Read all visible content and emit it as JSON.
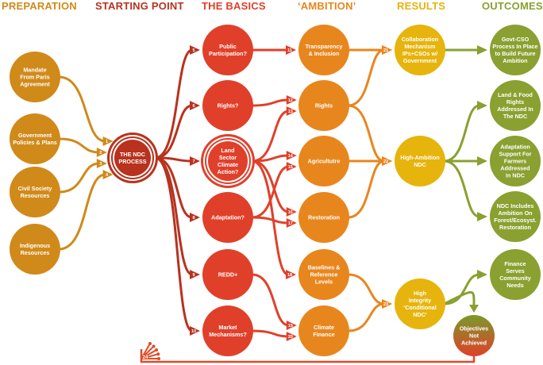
{
  "headers": [
    {
      "key": "prep",
      "label": "PREPARATION",
      "color": "#d08a1a"
    },
    {
      "key": "start",
      "label": "STARTING POINT",
      "color": "#b8321e"
    },
    {
      "key": "basics",
      "label": "THE BASICS",
      "color": "#e0402a"
    },
    {
      "key": "ambition",
      "label": "‘AMBITION’",
      "color": "#e8861e"
    },
    {
      "key": "results",
      "label": "RESULTS",
      "color": "#e6b40c"
    },
    {
      "key": "outcomes",
      "label": "OUTCOMES",
      "color": "#8aa030"
    }
  ],
  "colors": {
    "prep": "#d08a1a",
    "start": "#b8321e",
    "basics": "#e0402a",
    "ambition": "#e8861e",
    "results": "#e6b40c",
    "outcomes": "#8aa030",
    "fail": "#c0501c"
  },
  "nodes": [
    {
      "id": "mandate",
      "col": "prep",
      "lines": [
        "Mandate",
        "From Paris",
        "Agreement"
      ]
    },
    {
      "id": "govpol",
      "col": "prep",
      "lines": [
        "Government",
        "Policies & Plans"
      ]
    },
    {
      "id": "civil",
      "col": "prep",
      "lines": [
        "Civil Society",
        "Resources"
      ]
    },
    {
      "id": "indig",
      "col": "prep",
      "lines": [
        "Indigenous",
        "Resources"
      ]
    },
    {
      "id": "ndc",
      "col": "start",
      "lines": [
        "THE NDC",
        "PROCESS"
      ],
      "ring": true
    },
    {
      "id": "public",
      "col": "basics",
      "lines": [
        "Public",
        "Participation?"
      ]
    },
    {
      "id": "rightsq",
      "col": "basics",
      "lines": [
        "Rights?"
      ]
    },
    {
      "id": "land",
      "col": "basics",
      "lines": [
        "Land",
        "Sector",
        "Climate",
        "Action?"
      ],
      "ring": true
    },
    {
      "id": "adapt",
      "col": "basics",
      "lines": [
        "Adaptation?"
      ]
    },
    {
      "id": "redd",
      "col": "basics",
      "lines": [
        "REDD+"
      ]
    },
    {
      "id": "market",
      "col": "basics",
      "lines": [
        "Market",
        "Mechanisms?"
      ]
    },
    {
      "id": "transp",
      "col": "ambition",
      "lines": [
        "Transparency",
        "& Inclusion"
      ]
    },
    {
      "id": "rights",
      "col": "ambition",
      "lines": [
        "Rights"
      ]
    },
    {
      "id": "agri",
      "col": "ambition",
      "lines": [
        "Agricultutre"
      ]
    },
    {
      "id": "resto",
      "col": "ambition",
      "lines": [
        "Restoration"
      ]
    },
    {
      "id": "base",
      "col": "ambition",
      "lines": [
        "Baselines &",
        "Reference",
        "Levels"
      ]
    },
    {
      "id": "cfin",
      "col": "ambition",
      "lines": [
        "Climate",
        "Finance"
      ]
    },
    {
      "id": "collab",
      "col": "results",
      "lines": [
        "Collaboration",
        "Mechanism",
        "IPs+CSOs w/",
        "Government"
      ]
    },
    {
      "id": "highamb",
      "col": "results",
      "lines": [
        "High-Ambition",
        "NDC"
      ]
    },
    {
      "id": "highint",
      "col": "results",
      "lines": [
        "High",
        "Integrity",
        "‘Conditional",
        "NDC’"
      ]
    },
    {
      "id": "govcso",
      "col": "outcomes",
      "lines": [
        "Govt-CSO",
        "Process In Place",
        "to Build Future",
        "Ambition"
      ]
    },
    {
      "id": "landfood",
      "col": "outcomes",
      "lines": [
        "Land & Food",
        "Rights",
        "Addressed In",
        "The NDC"
      ]
    },
    {
      "id": "adsup",
      "col": "outcomes",
      "lines": [
        "Adaptation",
        "Support For",
        "Farmers",
        "Addressed",
        "In NDC"
      ]
    },
    {
      "id": "ndcinc",
      "col": "outcomes",
      "lines": [
        "NDC Includes",
        "Ambition On",
        "Forest/Ecosyst.",
        "Restoration"
      ]
    },
    {
      "id": "finserve",
      "col": "outcomes",
      "lines": [
        "Finance",
        "Serves",
        "Community",
        "Needs"
      ]
    },
    {
      "id": "notach",
      "col": "fail",
      "lines": [
        "Objectives",
        "Not",
        "Achieved"
      ]
    }
  ],
  "edges": [
    {
      "from": "mandate",
      "to": "ndc",
      "label": "1"
    },
    {
      "from": "govpol",
      "to": "ndc",
      "label": "2"
    },
    {
      "from": "civil",
      "to": "ndc",
      "label": "3"
    },
    {
      "from": "indig",
      "to": "ndc",
      "label": "4"
    },
    {
      "from": "ndc",
      "to": "public",
      "label": "5"
    },
    {
      "from": "ndc",
      "to": "rightsq",
      "label": "6"
    },
    {
      "from": "ndc",
      "to": "land",
      "label": "7"
    },
    {
      "from": "ndc",
      "to": "adapt",
      "label": "8"
    },
    {
      "from": "ndc",
      "to": "redd",
      "label": "9"
    },
    {
      "from": "ndc",
      "to": "market",
      "label": "10"
    },
    {
      "from": "public",
      "to": "transp",
      "label": "11"
    },
    {
      "from": "rightsq",
      "to": "rights",
      "label": "12"
    },
    {
      "from": "land",
      "to": "rights",
      "label": "13"
    },
    {
      "from": "land",
      "to": "agri",
      "label": "14"
    },
    {
      "from": "adapt",
      "to": "agri",
      "label": "15"
    },
    {
      "from": "land",
      "to": "resto",
      "label": "16"
    },
    {
      "from": "adapt",
      "to": "resto",
      "label": "17"
    },
    {
      "from": "land",
      "to": "base",
      "label": "18"
    },
    {
      "from": "redd",
      "to": "cfin",
      "label": "19"
    },
    {
      "from": "market",
      "to": "cfin",
      "label": "20"
    },
    {
      "from": "transp",
      "to": "collab",
      "label": "21"
    },
    {
      "from": "rights",
      "to": "collab",
      "label": ""
    },
    {
      "from": "rights",
      "to": "highamb",
      "label": "22"
    },
    {
      "from": "agri",
      "to": "highamb",
      "label": ""
    },
    {
      "from": "resto",
      "to": "highamb",
      "label": ""
    },
    {
      "from": "base",
      "to": "highint",
      "label": "23"
    },
    {
      "from": "cfin",
      "to": "highint",
      "label": ""
    },
    {
      "from": "collab",
      "to": "govcso",
      "label": ""
    },
    {
      "from": "highamb",
      "to": "landfood",
      "label": ""
    },
    {
      "from": "highamb",
      "to": "adsup",
      "label": ""
    },
    {
      "from": "highamb",
      "to": "ndcinc",
      "label": ""
    },
    {
      "from": "highint",
      "to": "finserve",
      "label": ""
    },
    {
      "from": "highint",
      "to": "notach",
      "label": ""
    },
    {
      "from": "notach",
      "to": "ndc",
      "label": "24",
      "loop": true
    }
  ]
}
